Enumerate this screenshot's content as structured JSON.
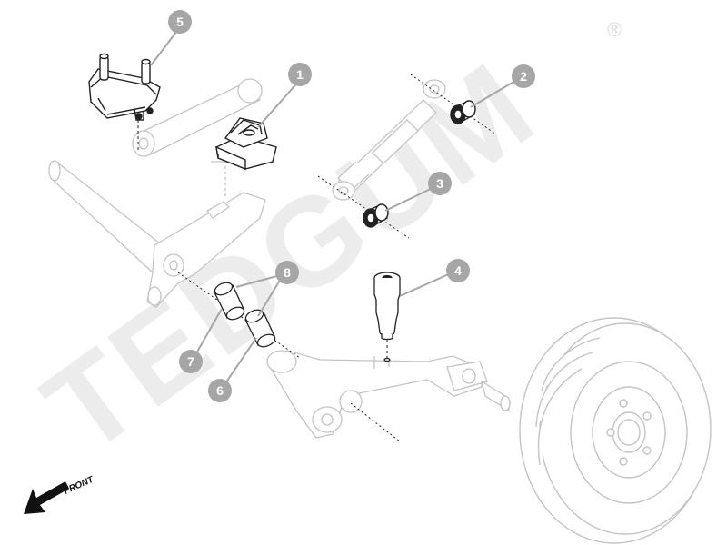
{
  "watermark": {
    "text": "TEDGUM",
    "registered_mark": "®",
    "color": "#ececec"
  },
  "colors": {
    "line": "#222222",
    "ghost_line": "#c4c4c4",
    "callout_fill": "#a6a6a6",
    "part_dark": "#222222"
  },
  "callouts": [
    {
      "number": "1",
      "part": "cab-mount-cushion"
    },
    {
      "number": "2",
      "part": "shock-absorber-upper-bushing"
    },
    {
      "number": "3",
      "part": "shock-absorber-lower-bushing"
    },
    {
      "number": "4",
      "part": "bump-stop"
    },
    {
      "number": "5",
      "part": "engine-mount"
    },
    {
      "number": "6",
      "part": "trailing-arm-bushing"
    },
    {
      "number": "7",
      "part": "trailing-arm-bushing"
    },
    {
      "number": "8",
      "part": "trailing-arm-bushing-pair"
    }
  ],
  "direction": {
    "label": "FRONT",
    "icon": "arrow-down-left-icon"
  }
}
